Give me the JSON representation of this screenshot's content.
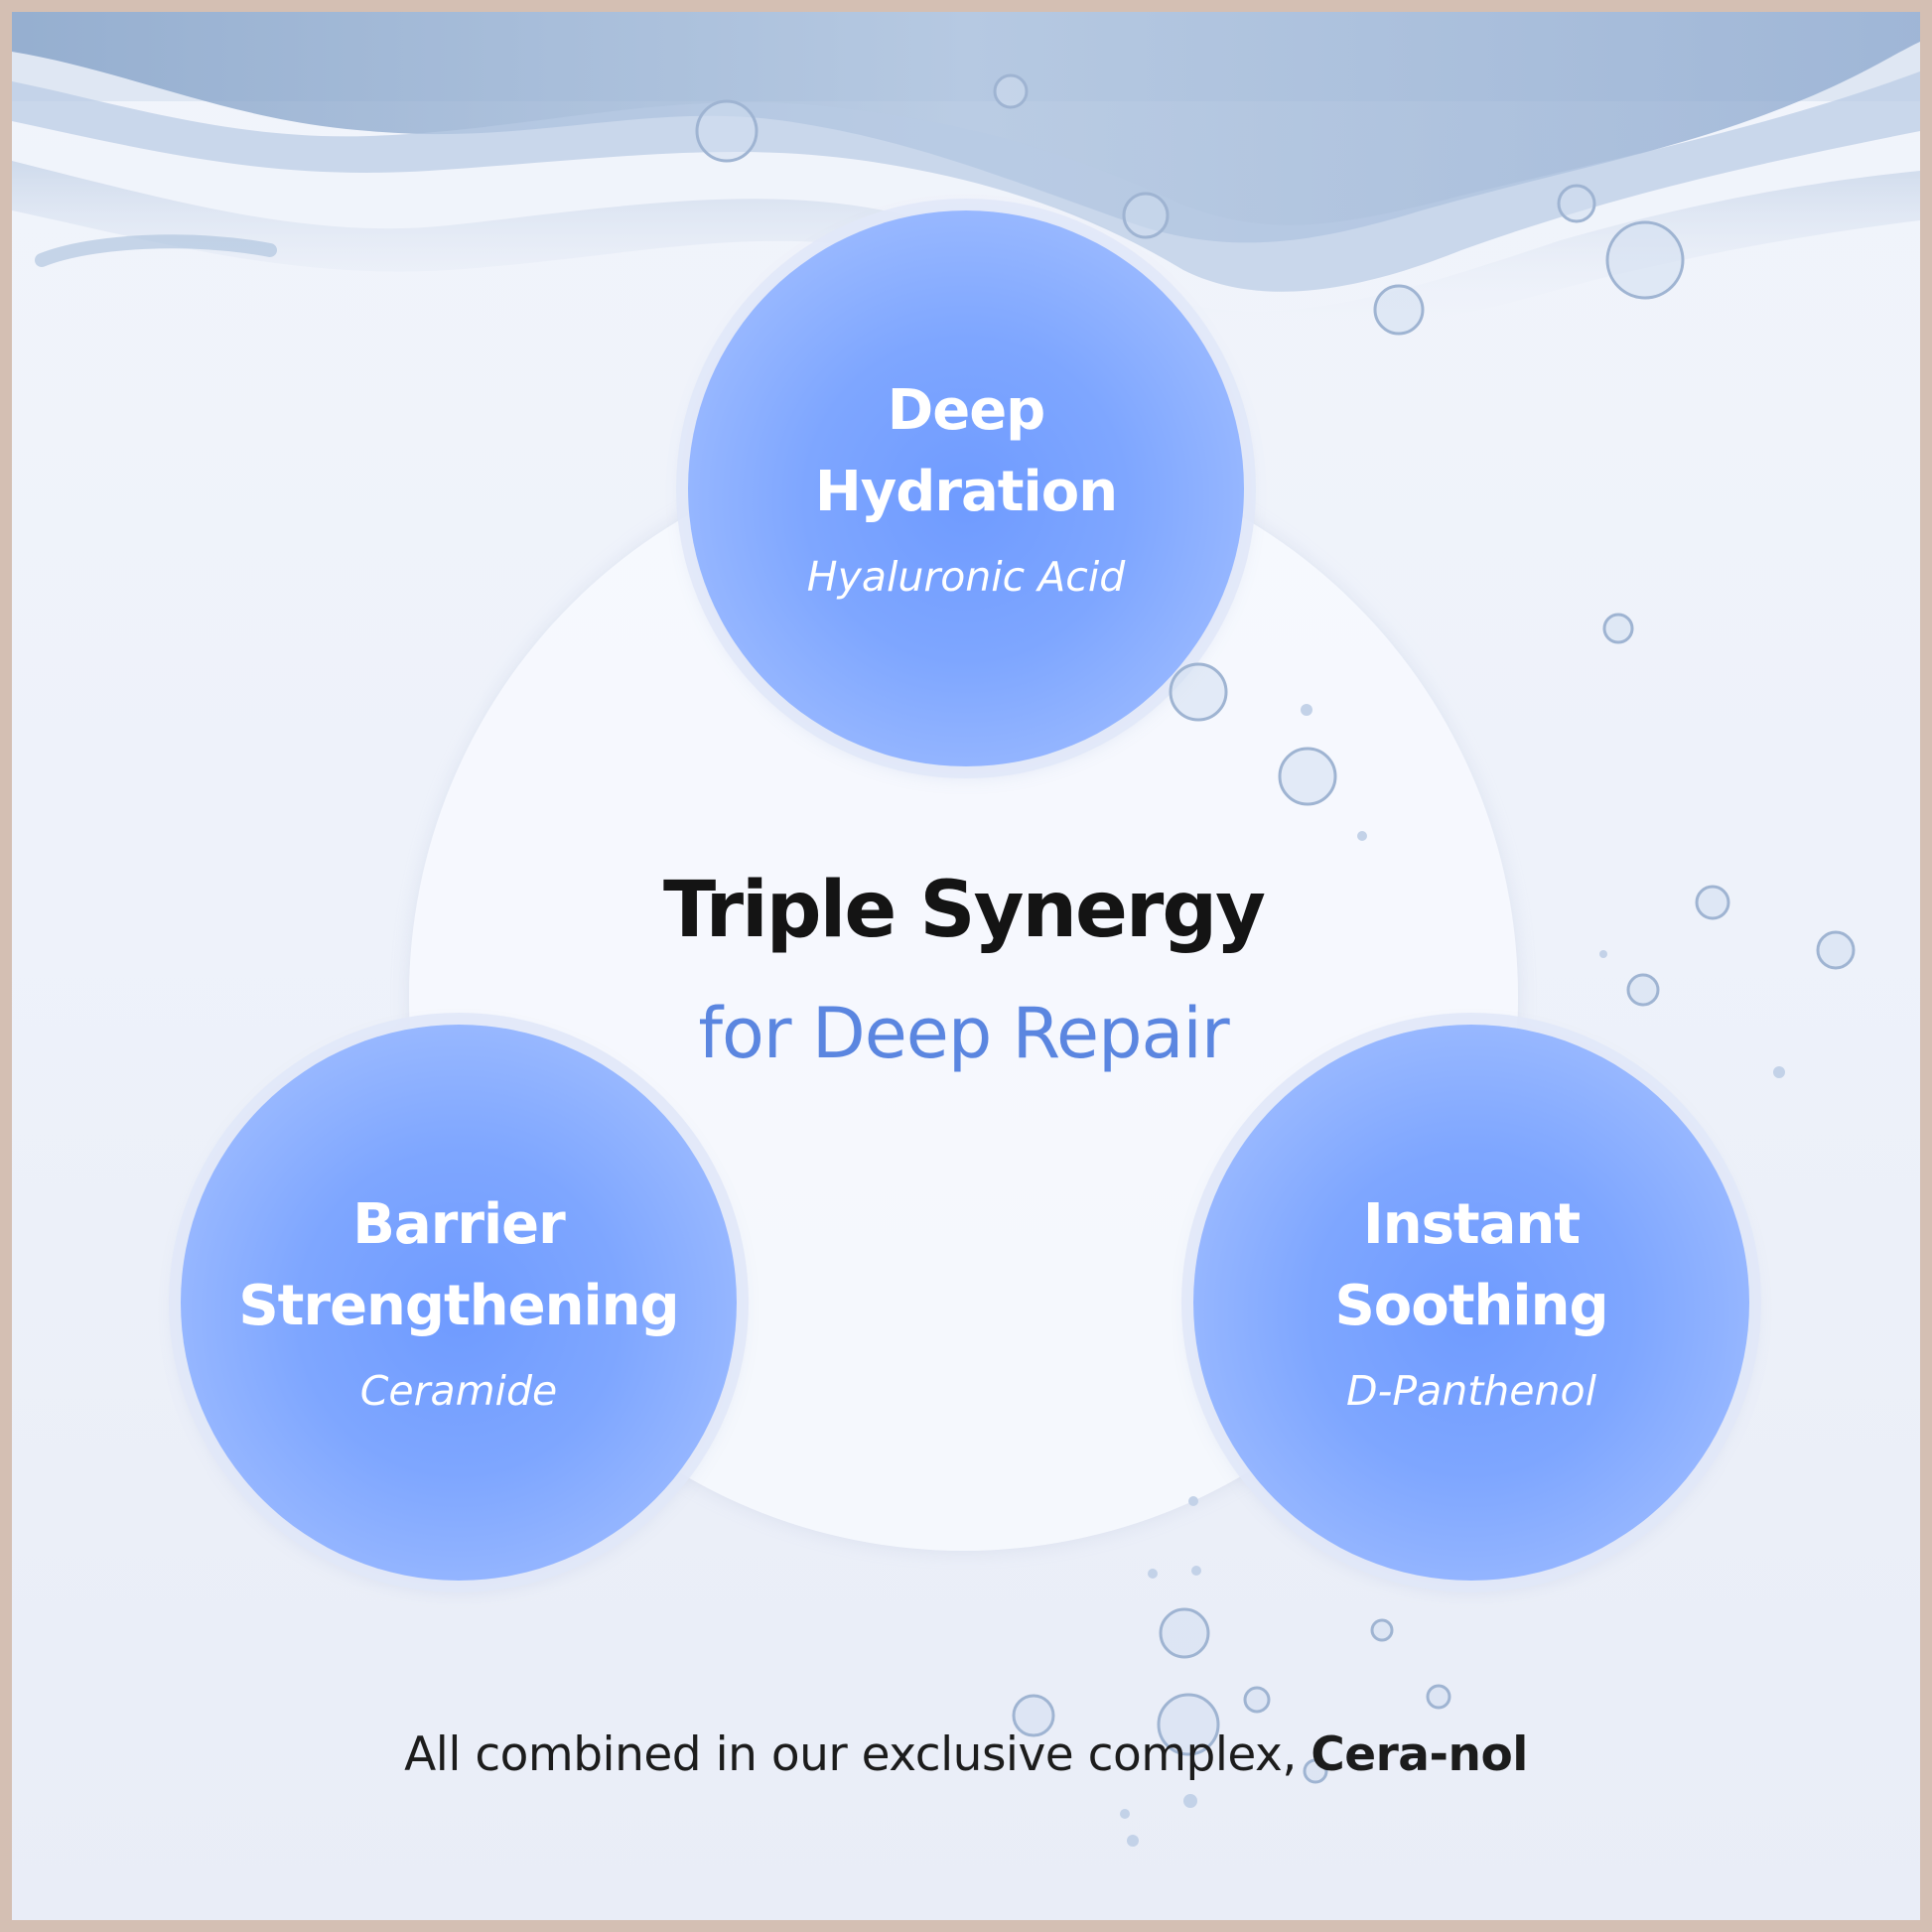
{
  "heading": {
    "main": "Triple Synergy",
    "sub": "for Deep Repair"
  },
  "benefits": [
    {
      "title_line1": "Deep",
      "title_line2": "Hydration",
      "ingredient": "Hyaluronic Acid"
    },
    {
      "title_line1": "Barrier",
      "title_line2": "Strengthening",
      "ingredient": "Ceramide"
    },
    {
      "title_line1": "Instant",
      "title_line2": "Soothing",
      "ingredient": "D-Panthenol"
    }
  ],
  "footer": {
    "text": "All combined in our exclusive complex, ",
    "brand": "Cera-nol"
  },
  "colors": {
    "circle": "#7ea6ff",
    "accent_text": "#5b86e0",
    "frame_border": "#d4bfb3"
  }
}
